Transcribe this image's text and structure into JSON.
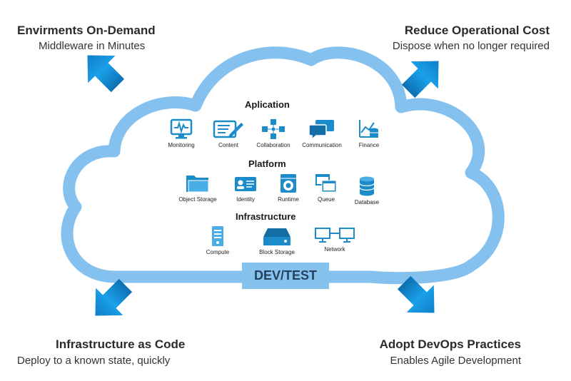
{
  "corners": {
    "top_left": {
      "title": "Envirments On-Demand",
      "subtitle": "Middleware in Minutes"
    },
    "top_right": {
      "title": "Reduce Operational Cost",
      "subtitle": "Dispose when no longer required"
    },
    "bottom_left": {
      "title": "Infrastructure as Code",
      "subtitle": "Deploy to a known state, quickly"
    },
    "bottom_right": {
      "title": "Adopt DevOps Practices",
      "subtitle": "Enables Agile Development"
    }
  },
  "sections": {
    "application": {
      "title": "Aplication",
      "items": [
        "Monitoring",
        "Content",
        "Collaboration",
        "Communication",
        "Finance"
      ]
    },
    "platform": {
      "title": "Platform",
      "items": [
        "Object Storage",
        "Identity",
        "Runtime",
        "Queue",
        "Database"
      ]
    },
    "infrastructure": {
      "title": "Infrastructure",
      "items": [
        "Compute",
        "Block Storage",
        "Network"
      ]
    }
  },
  "badge": "DEV/TEST",
  "colors": {
    "cloud": "#85c1ef",
    "arrow_light": "#1aa0ea",
    "arrow_dark": "#0d6fb1",
    "icon": "#1b8bc9",
    "badge_bg": "#86c2ee"
  }
}
